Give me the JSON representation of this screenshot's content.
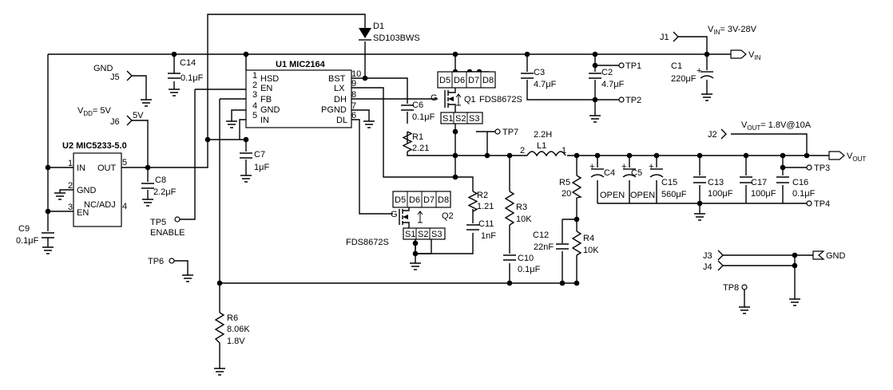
{
  "ics": {
    "u1": {
      "name": "U1 MIC2164",
      "pins": [
        {
          "num": "1",
          "name": "HSD"
        },
        {
          "num": "2",
          "name": "EN"
        },
        {
          "num": "3",
          "name": "FB"
        },
        {
          "num": "4",
          "name": "GND"
        },
        {
          "num": "5",
          "name": "IN"
        },
        {
          "num": "10",
          "name": "BST"
        },
        {
          "num": "9",
          "name": "LX"
        },
        {
          "num": "8",
          "name": "DH"
        },
        {
          "num": "7",
          "name": "PGND"
        },
        {
          "num": "6",
          "name": "DL"
        }
      ]
    },
    "u2": {
      "name": "U2 MIC5233-5.0",
      "pins": [
        {
          "num": "1",
          "name": "IN"
        },
        {
          "num": "2",
          "name": "GND"
        },
        {
          "num": "3",
          "name": "EN"
        },
        {
          "num": "5",
          "name": "OUT"
        },
        {
          "num": "4",
          "name": "NC/ADJ"
        }
      ]
    }
  },
  "mosfets": {
    "q1": {
      "ref": "Q1",
      "part": "FDS8672S",
      "pins": [
        "D5",
        "D6",
        "D7",
        "D8",
        "G",
        "S1",
        "S2",
        "S3"
      ]
    },
    "q2": {
      "ref": "Q2",
      "part": "FDS8672S",
      "pins": [
        "D5",
        "D6",
        "D7",
        "D8",
        "G",
        "S1",
        "S2",
        "S3"
      ]
    }
  },
  "diode": {
    "ref": "D1",
    "part": "SD103BWS"
  },
  "inductor": {
    "ref": "L1",
    "value": "2.2H",
    "pin1": "1",
    "pin2": "2"
  },
  "capacitors": [
    {
      "ref": "C14",
      "value": "0.1μF"
    },
    {
      "ref": "C3",
      "value": "4.7μF"
    },
    {
      "ref": "C2",
      "value": "4.7μF"
    },
    {
      "ref": "C1",
      "value": "220μF"
    },
    {
      "ref": "C6",
      "value": "0.1μF"
    },
    {
      "ref": "C7",
      "value": "1μF"
    },
    {
      "ref": "C8",
      "value": "2.2μF"
    },
    {
      "ref": "C9",
      "value": "0.1μF"
    },
    {
      "ref": "C11",
      "value": "1nF"
    },
    {
      "ref": "C12",
      "value": "22nF"
    },
    {
      "ref": "C10",
      "value": "0.1μF"
    },
    {
      "ref": "C4",
      "value": "OPEN"
    },
    {
      "ref": "C5",
      "value": "OPEN"
    },
    {
      "ref": "C15",
      "value": "560μF"
    },
    {
      "ref": "C13",
      "value": "100μF"
    },
    {
      "ref": "C17",
      "value": "100μF"
    },
    {
      "ref": "C16",
      "value": "0.1μF"
    }
  ],
  "resistors": [
    {
      "ref": "R1",
      "value": "2.21"
    },
    {
      "ref": "R2",
      "value": "1.21"
    },
    {
      "ref": "R3",
      "value": "10K"
    },
    {
      "ref": "R5",
      "value": "20"
    },
    {
      "ref": "R4",
      "value": "10K"
    },
    {
      "ref": "R6",
      "value": "8.06K",
      "note": "1.8V"
    }
  ],
  "connectors": {
    "j1": "J1",
    "j2": "J2",
    "j3": "J3",
    "j4": "J4",
    "j5": "J5",
    "j6": "J6"
  },
  "test_points": {
    "tp1": "TP1",
    "tp2": "TP2",
    "tp3": "TP3",
    "tp4": "TP4",
    "tp5": "TP5",
    "tp6": "TP6",
    "tp7": "TP7",
    "tp8": "TP8"
  },
  "nets": {
    "vin_label": "V",
    "vin_sub": "IN",
    "vin_range": "V",
    "vin_range_sub": "IN",
    "vin_range_value": "= 3V-28V",
    "vout_label": "V",
    "vout_sub": "OUT",
    "vout_spec": "V",
    "vout_spec_sub": "OUT",
    "vout_spec_value": "= 1.8V@10A",
    "vdd_label": "V",
    "vdd_sub": "DD",
    "vdd_value": "= 5V",
    "vdd_short": "5V",
    "gnd_j5": "GND",
    "gnd_out": "GND",
    "enable": "ENABLE"
  }
}
